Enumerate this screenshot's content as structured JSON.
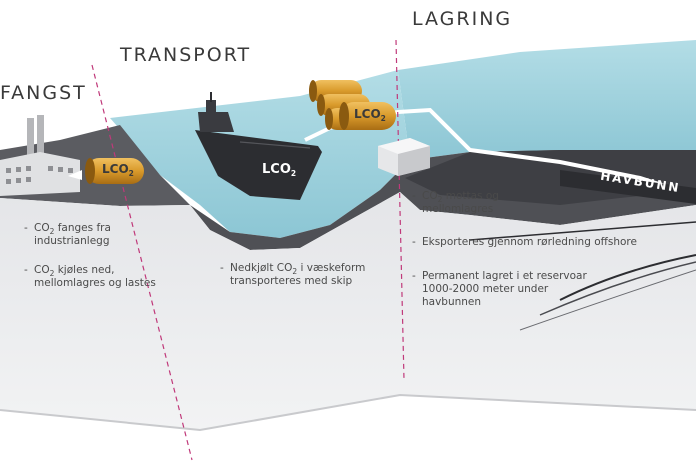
{
  "headings": {
    "capture": "FANGST",
    "transport": "TRANSPORT",
    "storage": "LAGRING"
  },
  "labels": {
    "lco2_main": "LCO",
    "lco2_sub": "2",
    "seabed": "HAVBUNN"
  },
  "notes": {
    "capture_1_pre": "CO",
    "capture_1_sub": "2",
    "capture_1_post": " fanges fra",
    "capture_1_line2": "industrianlegg",
    "capture_2_pre": "CO",
    "capture_2_sub": "2",
    "capture_2_post": " kjøles ned,",
    "capture_2_line2": "mellomlagres og lastes",
    "transport_1_pre": "Nedkjølt CO",
    "transport_1_sub": "2",
    "transport_1_post": " i væskeform",
    "transport_1_line2": "transporteres med skip",
    "storage_1_pre": "CO",
    "storage_1_sub": "2",
    "storage_1_post": " mottas og",
    "storage_1_line2": "mellomlagres",
    "storage_2": "Eksporteres gjennom rørledning offshore",
    "storage_3_line1": "Permanent lagret i et reservoar",
    "storage_3_line2": "1000-2000 meter under",
    "storage_3_line3": "havbunnen"
  },
  "colors": {
    "ground_top": "#5b5c61",
    "ground_front": "#e9eaec",
    "sea": "#9fd1dd",
    "sea_deep": "#7fbccc",
    "tank": "#d99a2b",
    "divider": "#c0397a",
    "ship": "#2c2d31"
  }
}
